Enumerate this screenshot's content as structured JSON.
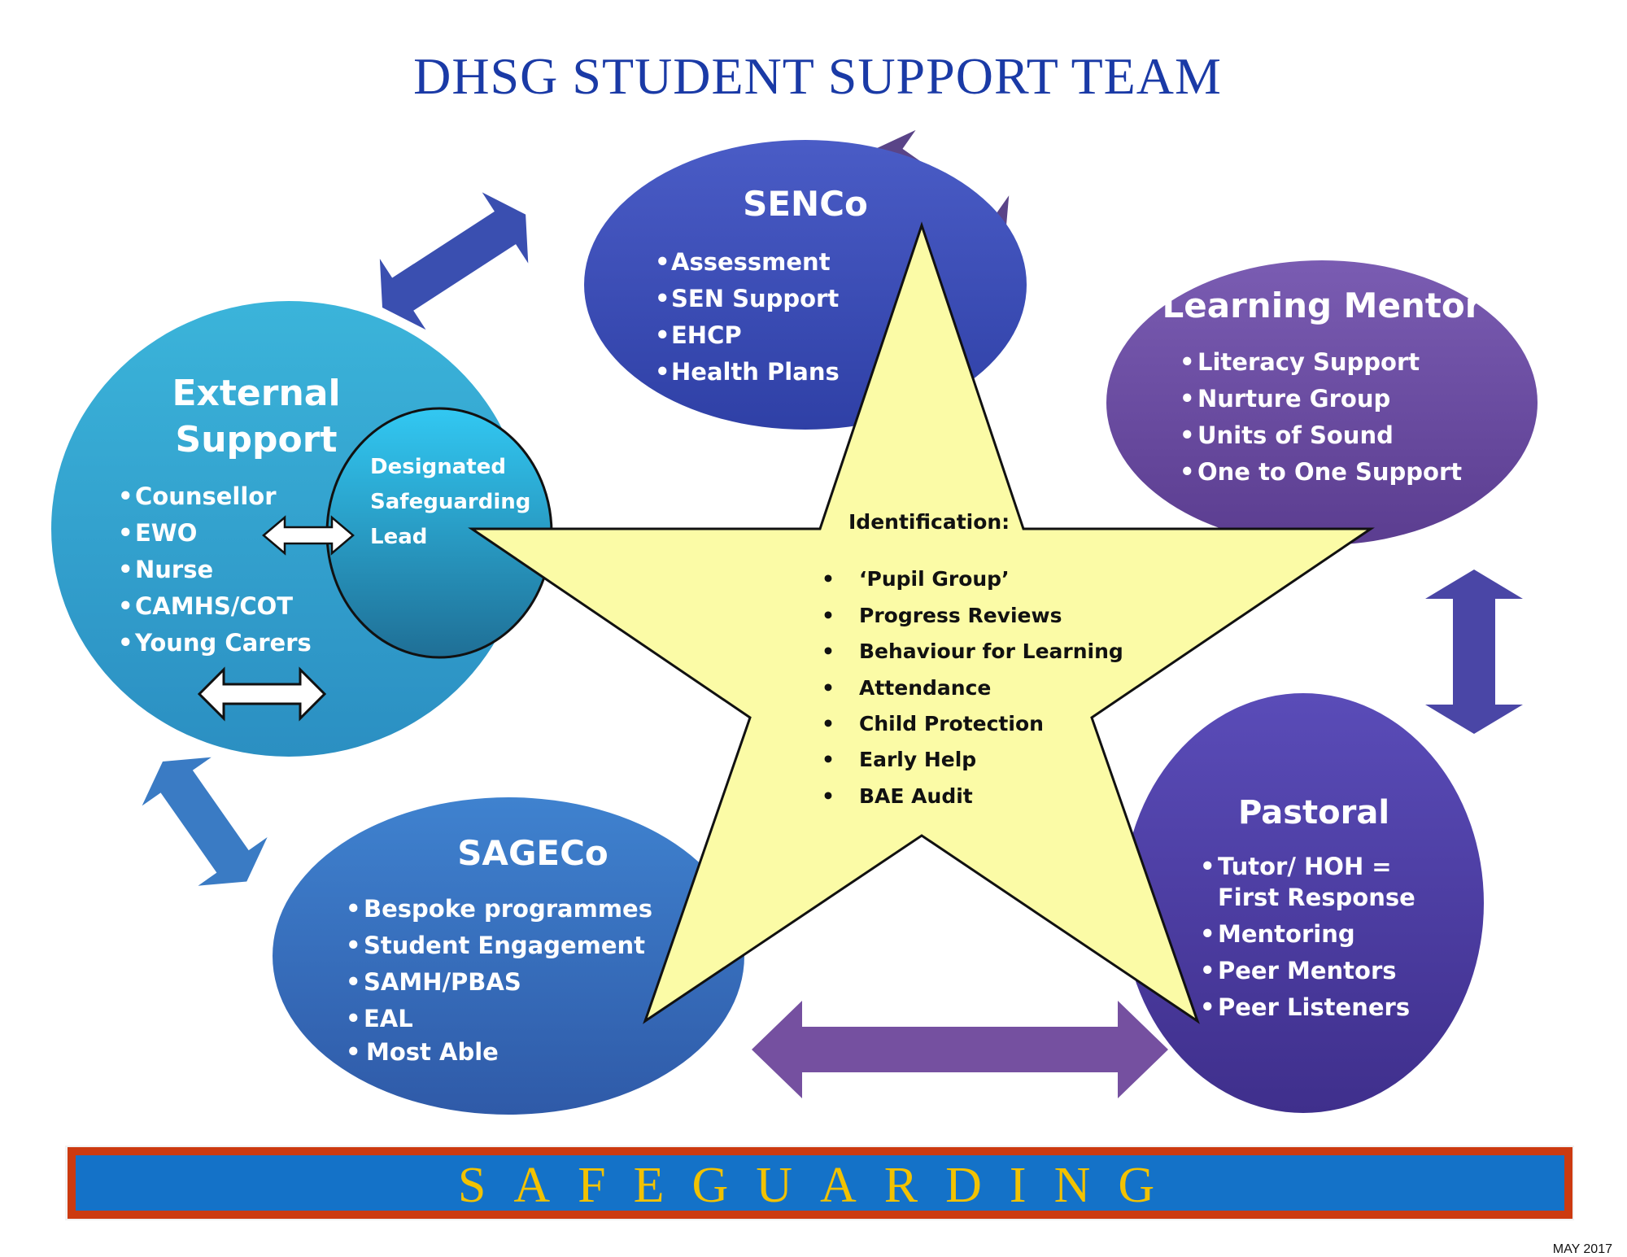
{
  "title": "DHSG STUDENT SUPPORT TEAM",
  "bullet": "•",
  "senco": {
    "heading": "SENCo",
    "items": [
      "Assessment",
      "SEN Support",
      "EHCP",
      "Health Plans"
    ]
  },
  "learning_mentor": {
    "heading": "Learning Mentor",
    "items": [
      "Literacy Support",
      "Nurture Group",
      "Units of Sound",
      "One to One Support"
    ]
  },
  "external_support": {
    "heading_lines": [
      "External",
      "Support"
    ],
    "items": [
      "Counsellor",
      "EWO",
      "Nurse",
      "CAMHS/COT",
      "Young Carers"
    ]
  },
  "designated_lead": {
    "lines": [
      "Designated",
      "Safeguarding",
      "Lead"
    ]
  },
  "identification": {
    "heading": "Identification:",
    "items": [
      "‘Pupil Group’",
      "Progress Reviews",
      "Behaviour for Learning",
      "Attendance",
      "Child Protection",
      "Early Help",
      "BAE Audit"
    ]
  },
  "sageco": {
    "heading": "SAGECo",
    "items": [
      "Bespoke programmes",
      "Student Engagement",
      "SAMH/PBAS",
      "EAL",
      "Most Able"
    ]
  },
  "pastoral": {
    "heading": "Pastoral",
    "items": [
      [
        "Tutor/ HOH =",
        "First Response"
      ],
      [
        "Mentoring"
      ],
      [
        "Peer Mentors"
      ],
      [
        "Peer Listeners"
      ]
    ]
  },
  "footer_banner": "SAFEGUARDING",
  "date": "MAY 2017",
  "colors": {
    "title": "#1a3aa6",
    "senco": "#3d50b8",
    "learning_mentor": "#6a4da0",
    "external_support": "#33a3d0",
    "designated_lead": "#2aa9d8",
    "sageco": "#3a78c6",
    "pastoral": "#5544a8",
    "star": "#fbfba6",
    "banner_border": "#cc3a10",
    "banner_fill": "#1472c8",
    "banner_text": "#f2c200"
  }
}
